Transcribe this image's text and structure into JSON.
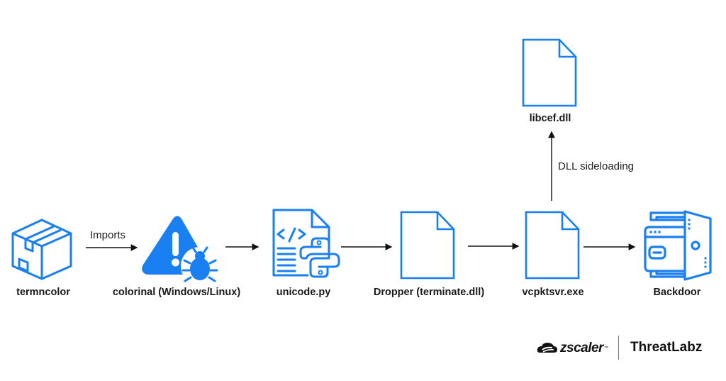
{
  "diagram": {
    "accent_color": "#1a7ff0",
    "nodes": [
      {
        "id": "termncolor",
        "label": "termncolor",
        "icon": "package-box-icon"
      },
      {
        "id": "colorinal",
        "label": "colorinal (Windows/Linux)",
        "icon": "warning-bug-icon"
      },
      {
        "id": "unicode",
        "label": "unicode.py",
        "icon": "python-code-file-icon"
      },
      {
        "id": "dropper",
        "label": "Dropper (terminate.dll)",
        "icon": "file-icon"
      },
      {
        "id": "vcpktsvr",
        "label": "vcpktsvr.exe",
        "icon": "file-icon"
      },
      {
        "id": "backdoor",
        "label": "Backdoor",
        "icon": "backdoor-icon"
      },
      {
        "id": "libcef",
        "label": "libcef.dll",
        "icon": "file-icon"
      }
    ],
    "edges": [
      {
        "from": "termncolor",
        "to": "colorinal",
        "label": "Imports"
      },
      {
        "from": "colorinal",
        "to": "unicode",
        "label": ""
      },
      {
        "from": "unicode",
        "to": "dropper",
        "label": ""
      },
      {
        "from": "dropper",
        "to": "vcpktsvr",
        "label": ""
      },
      {
        "from": "vcpktsvr",
        "to": "backdoor",
        "label": ""
      },
      {
        "from": "vcpktsvr",
        "to": "libcef",
        "label": "DLL sideloading"
      }
    ]
  },
  "branding": {
    "company": "zscaler",
    "trademark": "™",
    "division": "ThreatLabz"
  }
}
